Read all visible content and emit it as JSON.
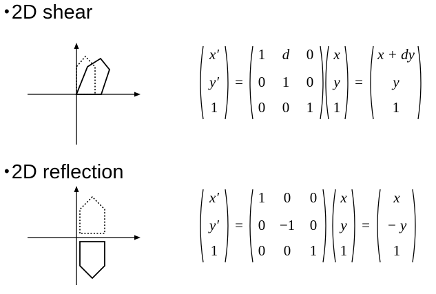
{
  "sections": [
    {
      "bullet": "•",
      "title": "2D shear",
      "equation": {
        "lhs": [
          "x′",
          "y′",
          "1"
        ],
        "matrix": [
          [
            "1",
            "d",
            "0"
          ],
          [
            "0",
            "1",
            "0"
          ],
          [
            "0",
            "0",
            "1"
          ]
        ],
        "vec": [
          "x",
          "y",
          "1"
        ],
        "rhs": [
          "x + dy",
          "y",
          "1"
        ],
        "eq_sign": "="
      }
    },
    {
      "bullet": "•",
      "title": "2D reflection",
      "equation": {
        "lhs": [
          "x′",
          "y′",
          "1"
        ],
        "matrix": [
          [
            "1",
            "0",
            "0"
          ],
          [
            "0",
            "−1",
            "0"
          ],
          [
            "0",
            "0",
            "1"
          ]
        ],
        "vec": [
          "x",
          "y",
          "1"
        ],
        "rhs": [
          "x",
          "− y",
          "1"
        ],
        "eq_sign": "="
      }
    }
  ]
}
